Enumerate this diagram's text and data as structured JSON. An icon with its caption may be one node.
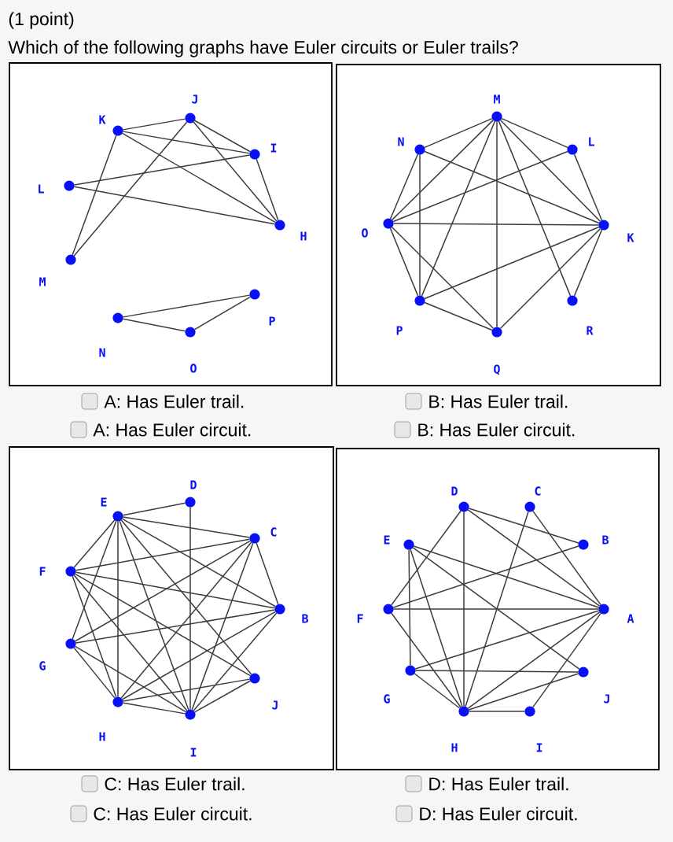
{
  "diagram": {
    "nodes": [
      {
        "text": [],
        "shape": "box"
      },
      {
        "text": [],
        "shape": "circle",
        "in": 0,
        "beside": [
          "J"
        ]
      },
      {
        "text": [],
        "shape": "circle",
        "in": 0,
        "beside": [
          "I"
        ]
      },
      {
        "text": [],
        "shape": "circle",
        "in": 0,
        "beside": [
          "H"
        ]
      },
      {
        "text": [],
        "shape": "circle",
        "in": 0,
        "beside": [
          "P"
        ]
      },
      {
        "text": [],
        "shape": "circle",
        "in": 0,
        "beside": [
          "O"
        ]
      },
      {
        "text": [],
        "shape": "circle",
        "in": 0,
        "beside": [
          "N"
        ]
      },
      {
        "text": [],
        "shape": "circle",
        "in": 0,
        "beside": [
          "M"
        ]
      },
      {
        "text": [],
        "shape": "circle",
        "in": 0,
        "beside": [
          "L"
        ]
      },
      {
        "text": [],
        "shape": "circle",
        "in": 0,
        "beside": [
          "K"
        ]
      },
      {
        "text": [],
        "shape": "box"
      },
      {
        "text": [],
        "shape": "circle",
        "in": 10,
        "beside": [
          "M"
        ]
      },
      {
        "text": [],
        "shape": "circle",
        "in": 10,
        "beside": [
          "L"
        ]
      },
      {
        "text": [],
        "shape": "circle",
        "in": 10,
        "beside": [
          "K"
        ]
      },
      {
        "text": [],
        "shape": "circle",
        "in": 10,
        "beside": [
          "R"
        ]
      },
      {
        "text": [],
        "shape": "circle",
        "in": 10,
        "beside": [
          "Q"
        ]
      },
      {
        "text": [],
        "shape": "circle",
        "in": 10,
        "beside": [
          "P"
        ]
      },
      {
        "text": [],
        "shape": "circle",
        "in": 10,
        "beside": [
          "O"
        ]
      },
      {
        "text": [],
        "shape": "circle",
        "in": 10,
        "beside": [
          "N"
        ]
      },
      {
        "text": [],
        "shape": "box"
      },
      {
        "text": [],
        "shape": "circle",
        "in": 19,
        "beside": [
          "D"
        ]
      },
      {
        "text": [],
        "shape": "circle",
        "in": 19,
        "beside": [
          "C"
        ]
      },
      {
        "text": [],
        "shape": "circle",
        "in": 19,
        "beside": [
          "B"
        ]
      },
      {
        "text": [],
        "shape": "circle",
        "in": 19,
        "beside": [
          "J"
        ]
      },
      {
        "text": [],
        "shape": "circle",
        "in": 19,
        "beside": [
          "I"
        ]
      },
      {
        "text": [],
        "shape": "circle",
        "in": 19,
        "beside": [
          "H"
        ]
      },
      {
        "text": [],
        "shape": "circle",
        "in": 19,
        "beside": [
          "G"
        ]
      },
      {
        "text": [],
        "shape": "circle",
        "in": 19,
        "beside": [
          "F"
        ]
      },
      {
        "text": [],
        "shape": "circle",
        "in": 19,
        "beside": [
          "E"
        ]
      },
      {
        "text": [],
        "shape": "box"
      },
      {
        "text": [],
        "shape": "circle",
        "in": 29,
        "beside": [
          "D"
        ]
      },
      {
        "text": [],
        "shape": "circle",
        "in": 29,
        "beside": [
          "C"
        ]
      },
      {
        "text": [],
        "shape": "circle",
        "in": 29,
        "beside": [
          "B"
        ]
      },
      {
        "text": [],
        "shape": "circle",
        "in": 29,
        "beside": [
          "A"
        ]
      },
      {
        "text": [],
        "shape": "circle",
        "in": 29,
        "beside": [
          "J"
        ]
      },
      {
        "text": [],
        "shape": "circle",
        "in": 29,
        "beside": [
          "I"
        ]
      },
      {
        "text": [],
        "shape": "circle",
        "in": 29,
        "beside": [
          "H"
        ]
      },
      {
        "text": [],
        "shape": "circle",
        "in": 29,
        "beside": [
          "G"
        ]
      },
      {
        "text": [],
        "shape": "circle",
        "in": 29,
        "beside": [
          "F"
        ]
      },
      {
        "text": [],
        "shape": "circle",
        "in": 29,
        "beside": [
          "E"
        ]
      }
    ],
    "edges": [
      {
        "from": 9,
        "to": 1,
        "arrow": "none"
      },
      {
        "from": 9,
        "to": 2,
        "arrow": "none"
      },
      {
        "from": 9,
        "to": 3,
        "arrow": "none"
      },
      {
        "from": 9,
        "to": 7,
        "arrow": "none"
      },
      {
        "from": 1,
        "to": 2,
        "arrow": "none"
      },
      {
        "from": 1,
        "to": 3,
        "arrow": "none"
      },
      {
        "from": 1,
        "to": 7,
        "arrow": "none"
      },
      {
        "from": 2,
        "to": 8,
        "arrow": "none"
      },
      {
        "from": 2,
        "to": 3,
        "arrow": "none"
      },
      {
        "from": 8,
        "to": 3,
        "arrow": "none"
      },
      {
        "from": 6,
        "to": 4,
        "arrow": "none"
      },
      {
        "from": 6,
        "to": 5,
        "arrow": "none"
      },
      {
        "from": 5,
        "to": 4,
        "arrow": "none"
      },
      {
        "from": 11,
        "to": 18,
        "arrow": "none"
      },
      {
        "from": 11,
        "to": 12,
        "arrow": "none"
      },
      {
        "from": 11,
        "to": 17,
        "arrow": "none"
      },
      {
        "from": 11,
        "to": 16,
        "arrow": "none"
      },
      {
        "from": 11,
        "to": 15,
        "arrow": "none"
      },
      {
        "from": 11,
        "to": 14,
        "arrow": "none"
      },
      {
        "from": 11,
        "to": 13,
        "arrow": "none"
      },
      {
        "from": 18,
        "to": 17,
        "arrow": "none"
      },
      {
        "from": 18,
        "to": 16,
        "arrow": "none"
      },
      {
        "from": 18,
        "to": 13,
        "arrow": "none"
      },
      {
        "from": 12,
        "to": 17,
        "arrow": "none"
      },
      {
        "from": 12,
        "to": 13,
        "arrow": "none"
      },
      {
        "from": 17,
        "to": 13,
        "arrow": "none"
      },
      {
        "from": 17,
        "to": 16,
        "arrow": "none"
      },
      {
        "from": 17,
        "to": 15,
        "arrow": "none"
      },
      {
        "from": 16,
        "to": 13,
        "arrow": "none"
      },
      {
        "from": 16,
        "to": 15,
        "arrow": "none"
      },
      {
        "from": 15,
        "to": 13,
        "arrow": "none"
      },
      {
        "from": 13,
        "to": 14,
        "arrow": "none"
      },
      {
        "from": 20,
        "to": 28,
        "arrow": "none"
      },
      {
        "from": 20,
        "to": 24,
        "arrow": "none"
      },
      {
        "from": 28,
        "to": 21,
        "arrow": "none"
      },
      {
        "from": 28,
        "to": 22,
        "arrow": "none"
      },
      {
        "from": 28,
        "to": 23,
        "arrow": "none"
      },
      {
        "from": 28,
        "to": 24,
        "arrow": "none"
      },
      {
        "from": 28,
        "to": 25,
        "arrow": "none"
      },
      {
        "from": 28,
        "to": 27,
        "arrow": "none"
      },
      {
        "from": 28,
        "to": 26,
        "arrow": "none"
      },
      {
        "from": 27,
        "to": 21,
        "arrow": "none"
      },
      {
        "from": 27,
        "to": 22,
        "arrow": "none"
      },
      {
        "from": 27,
        "to": 23,
        "arrow": "none"
      },
      {
        "from": 27,
        "to": 24,
        "arrow": "none"
      },
      {
        "from": 27,
        "to": 25,
        "arrow": "none"
      },
      {
        "from": 26,
        "to": 21,
        "arrow": "none"
      },
      {
        "from": 26,
        "to": 22,
        "arrow": "none"
      },
      {
        "from": 26,
        "to": 25,
        "arrow": "none"
      },
      {
        "from": 26,
        "to": 24,
        "arrow": "none"
      },
      {
        "from": 25,
        "to": 21,
        "arrow": "none"
      },
      {
        "from": 25,
        "to": 22,
        "arrow": "none"
      },
      {
        "from": 25,
        "to": 23,
        "arrow": "none"
      },
      {
        "from": 25,
        "to": 24,
        "arrow": "none"
      },
      {
        "from": 24,
        "to": 21,
        "arrow": "none"
      },
      {
        "from": 24,
        "to": 22,
        "arrow": "none"
      },
      {
        "from": 24,
        "to": 23,
        "arrow": "none"
      },
      {
        "from": 21,
        "to": 22,
        "arrow": "none"
      },
      {
        "from": 30,
        "to": 32,
        "arrow": "none"
      },
      {
        "from": 30,
        "to": 33,
        "arrow": "none"
      },
      {
        "from": 30,
        "to": 38,
        "arrow": "none"
      },
      {
        "from": 30,
        "to": 36,
        "arrow": "none"
      },
      {
        "from": 31,
        "to": 33,
        "arrow": "none"
      },
      {
        "from": 31,
        "to": 36,
        "arrow": "none"
      },
      {
        "from": 32,
        "to": 38,
        "arrow": "none"
      },
      {
        "from": 39,
        "to": 33,
        "arrow": "none"
      },
      {
        "from": 39,
        "to": 34,
        "arrow": "none"
      },
      {
        "from": 39,
        "to": 37,
        "arrow": "none"
      },
      {
        "from": 39,
        "to": 36,
        "arrow": "none"
      },
      {
        "from": 38,
        "to": 33,
        "arrow": "none"
      },
      {
        "from": 38,
        "to": 36,
        "arrow": "none"
      },
      {
        "from": 37,
        "to": 33,
        "arrow": "none"
      },
      {
        "from": 37,
        "to": 34,
        "arrow": "none"
      },
      {
        "from": 37,
        "to": 36,
        "arrow": "none"
      },
      {
        "from": 36,
        "to": 33,
        "arrow": "none"
      },
      {
        "from": 36,
        "to": 34,
        "arrow": "none"
      },
      {
        "from": 36,
        "to": 35,
        "arrow": "none"
      },
      {
        "from": 35,
        "to": 33,
        "arrow": "none"
      }
    ],
    "labels": [
      "(1 point)",
      "Which of the following graphs have Euler circuits or Euler trails?",
      "A: Has Euler trail.",
      "B: Has Euler trail.",
      "A: Has Euler circuit.",
      "B: Has Euler circuit.",
      "C: Has Euler trail.",
      "D: Has Euler trail.",
      "C: Has Euler circuit.",
      "D: Has Euler circuit."
    ]
  }
}
